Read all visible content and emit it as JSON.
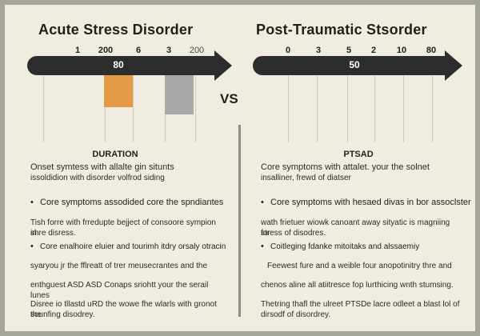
{
  "vs_label": "VS",
  "left": {
    "title": "Acute Stress Disorder",
    "ticks": [
      {
        "label": "1",
        "light": false
      },
      {
        "label": "200",
        "light": false
      },
      {
        "label": "6",
        "light": false
      },
      {
        "label": "3",
        "light": false
      },
      {
        "label": "200",
        "light": true
      }
    ],
    "arrow_label": "80",
    "bars": [
      {
        "name": "orange-bar",
        "color": "#e39b46"
      },
      {
        "name": "gray-bar",
        "color": "#a9a9a7"
      }
    ],
    "section_title": "DURATION",
    "intro_line1": "Onset symtess      with      allalte      gin      situnts",
    "intro_line2": "issoldidion with disorder      volfrod siding",
    "bullet1": "Core symptoms assodided core the spndiantes",
    "para1_line1": "Tish forre with frredupte bejject of consoore sympion in",
    "para1_line2": "shre disress.",
    "bullet2": "Core enalhoire eluier and tourimh itdry orsaly otracin",
    "para2_line1": "syaryou jr the fflreatt of trer meusecrantes and the",
    "para2_line2": "enthguest ASD ASD Conaps sriohtt your the serail lunes",
    "para3_line1": "Disree io tllastd uRD the wowe fhe wlarls with gronot the",
    "para3_line2": "sounfing disodrey."
  },
  "right": {
    "title": "Post-Traumatic Stsorder",
    "ticks": [
      {
        "label": "0",
        "light": false
      },
      {
        "label": "3",
        "light": false
      },
      {
        "label": "5",
        "light": false
      },
      {
        "label": "2",
        "light": false
      },
      {
        "label": "10",
        "light": false
      },
      {
        "label": "80",
        "light": false
      }
    ],
    "arrow_label": "50",
    "section_title": "PTSAD",
    "intro_line1": "Core symptoms      with      attalet.      your      the      solnet",
    "intro_line2": "insalliner, frewd of diatser",
    "bullet1": "Core symptoms with hesaed divas in bor assoclster",
    "para1_line1": "wath frietuer wiowk canoant away sityatic is magniing for",
    "para1_line2": "stress of disodres.",
    "bullet2": "Coitleging      fdanke      mitoitaks      and      alssaemiy",
    "para2_line1": "Feewest fure and a weible four anopotinitry thre and",
    "para2_line2": "chenos aline all atiitresce fop lurthicing wnth stumsing.",
    "para3_line1": "Thetring thafl the ulreet PTSDe lacre odleet a blast lol of",
    "para3_line2": "dirsodf of disordrey."
  }
}
